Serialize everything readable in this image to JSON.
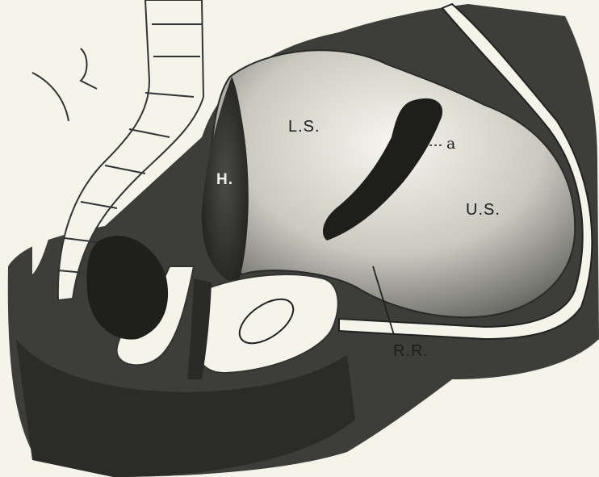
{
  "figure": {
    "labels": {
      "lower_segment": "L.S.",
      "hymen": "H.",
      "point_a": "a",
      "upper_segment": "U.S.",
      "retraction_ring": "R.R."
    }
  }
}
